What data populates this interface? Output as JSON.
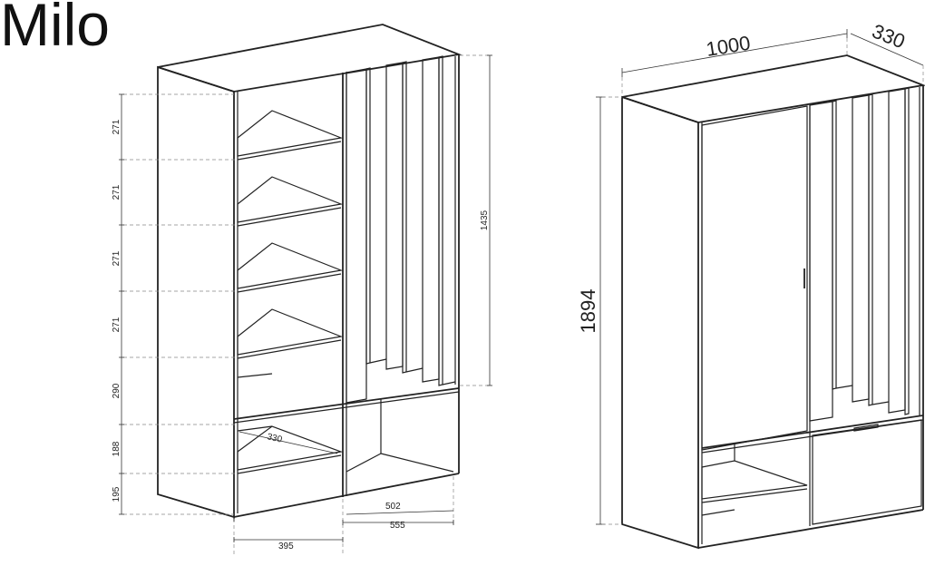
{
  "title": "Milo",
  "left_view": {
    "shelf_heights": [
      "271",
      "271",
      "271",
      "271",
      "290",
      "188",
      "195"
    ],
    "right_height": "1435",
    "depth_label": "330",
    "width_502": "502",
    "width_555": "555",
    "width_395": "395"
  },
  "right_view": {
    "width": "1000",
    "depth": "330",
    "height": "1894"
  }
}
